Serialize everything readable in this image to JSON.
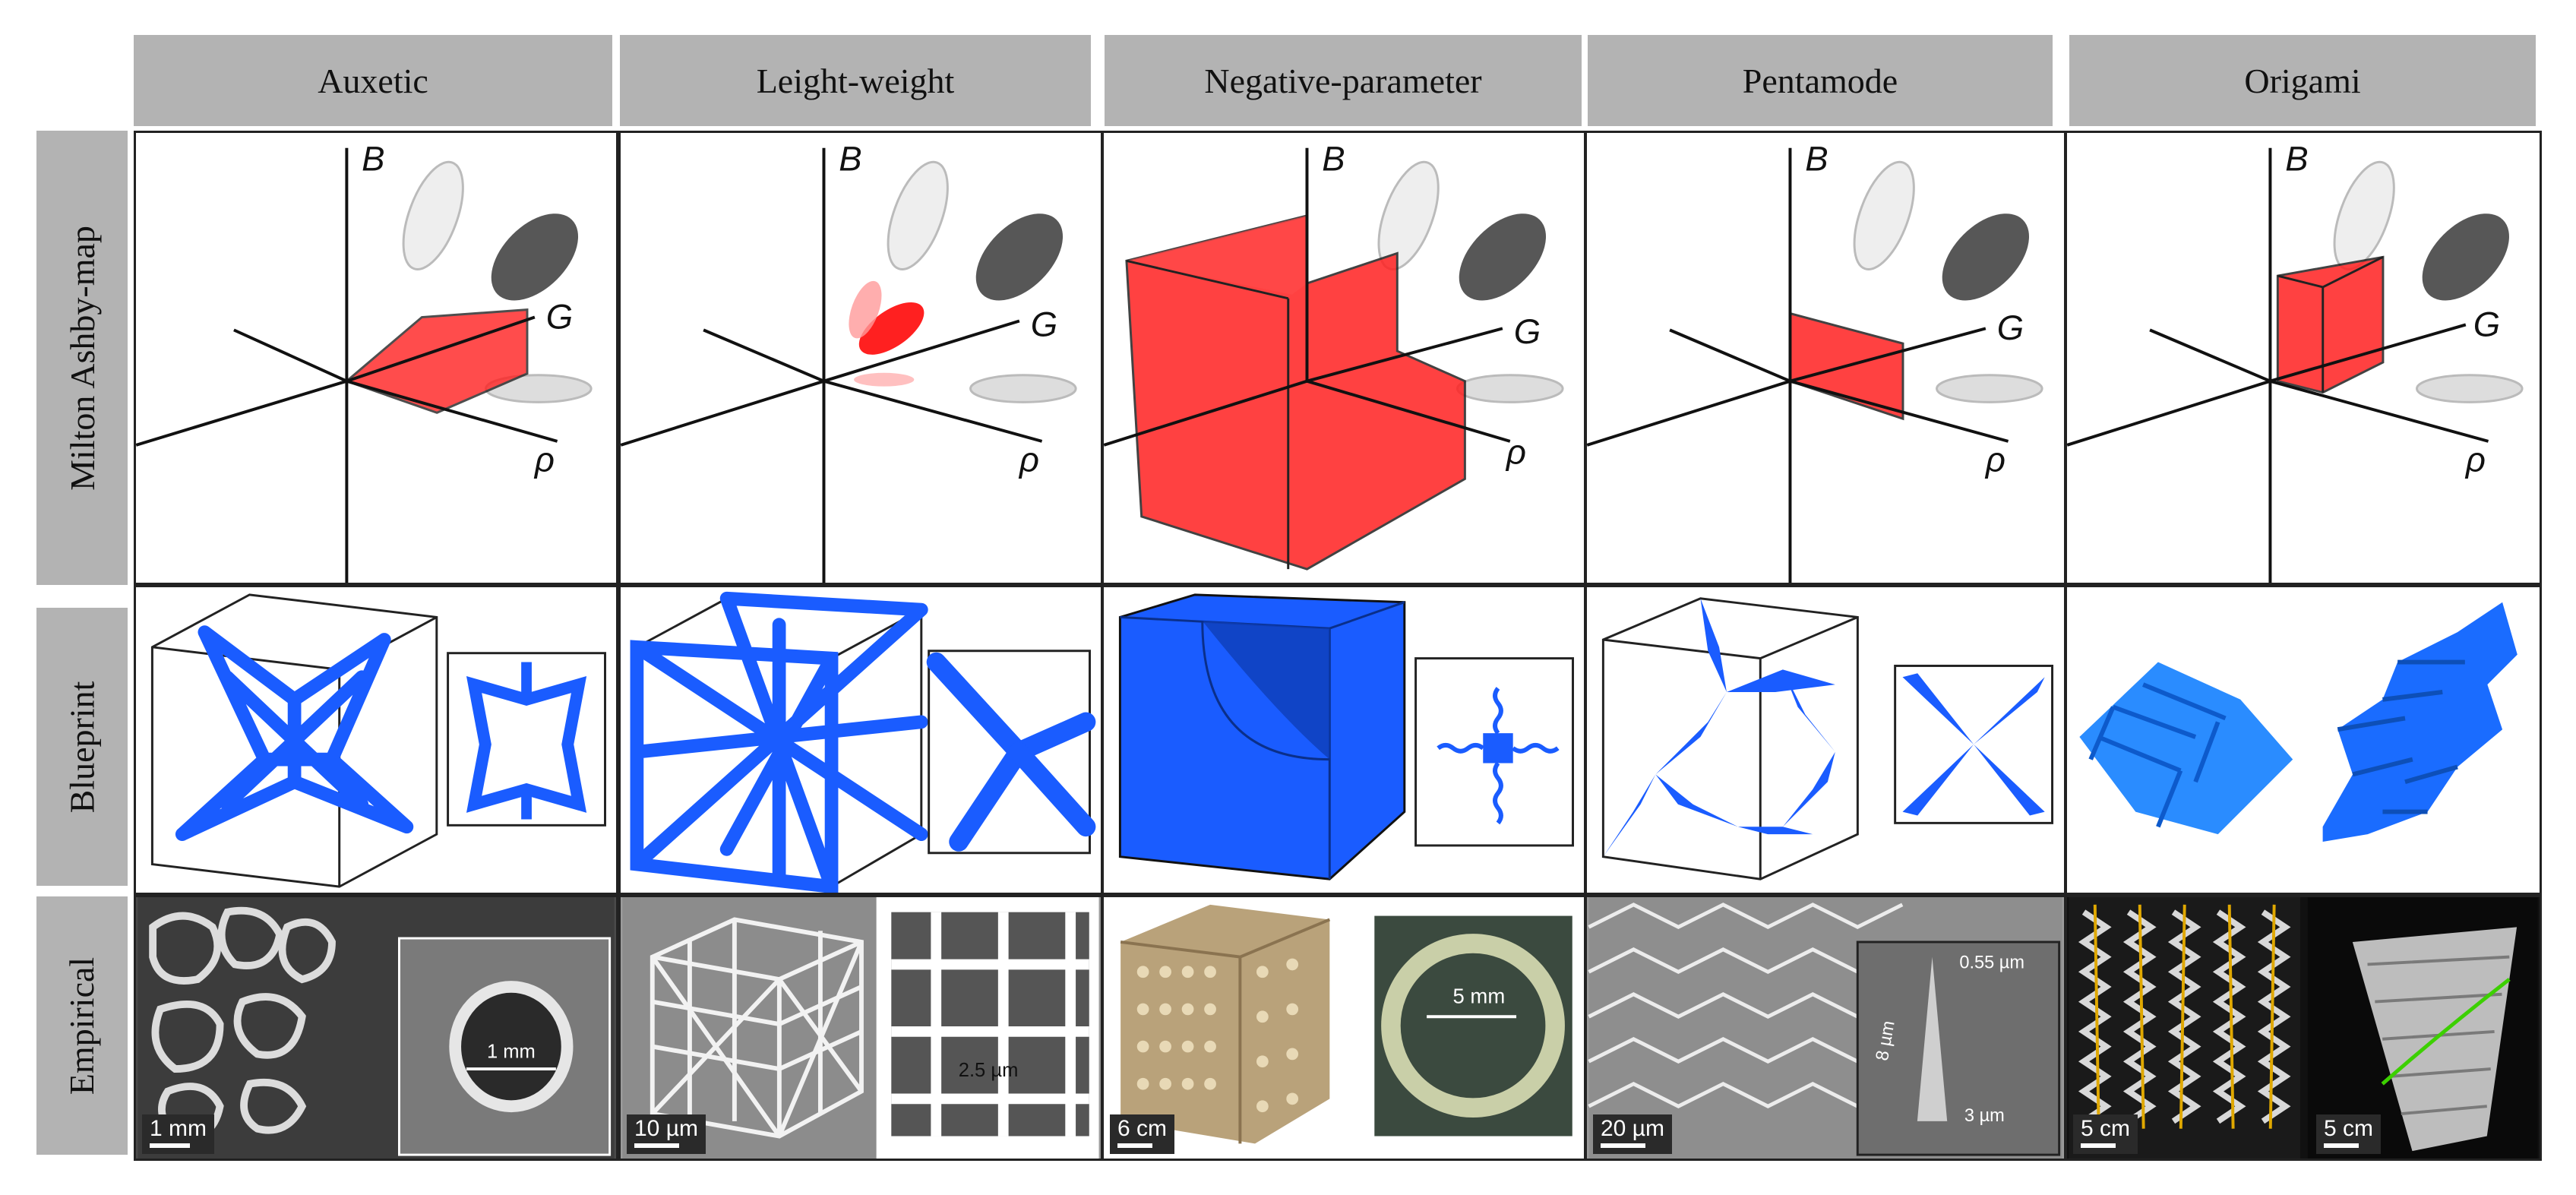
{
  "columns": [
    "Auxetic",
    "Leight-weight",
    "Negative-parameter",
    "Pentamode",
    "Origami"
  ],
  "rows": [
    "Milton Ashby-map",
    "Blueprint",
    "Empirical"
  ],
  "axes": {
    "b": "B",
    "g": "G",
    "rho": "ρ"
  },
  "scale_bars": [
    "1 mm",
    "10 µm",
    "6 cm",
    "20 µm",
    "5 cm",
    "5 cm"
  ],
  "inset_labels": {
    "auxetic": "1 mm",
    "lightweight": "2.5 µm",
    "negative": "5 mm",
    "pentamode_top": "0.55 µm",
    "pentamode_side": "8 µm",
    "pentamode_bottom": "3 µm"
  },
  "colors": {
    "header_bg": "#b3b3b3",
    "map_red": "#ff2020",
    "blueprint_blue": "#1a5cff",
    "dark_blob": "#333333"
  }
}
